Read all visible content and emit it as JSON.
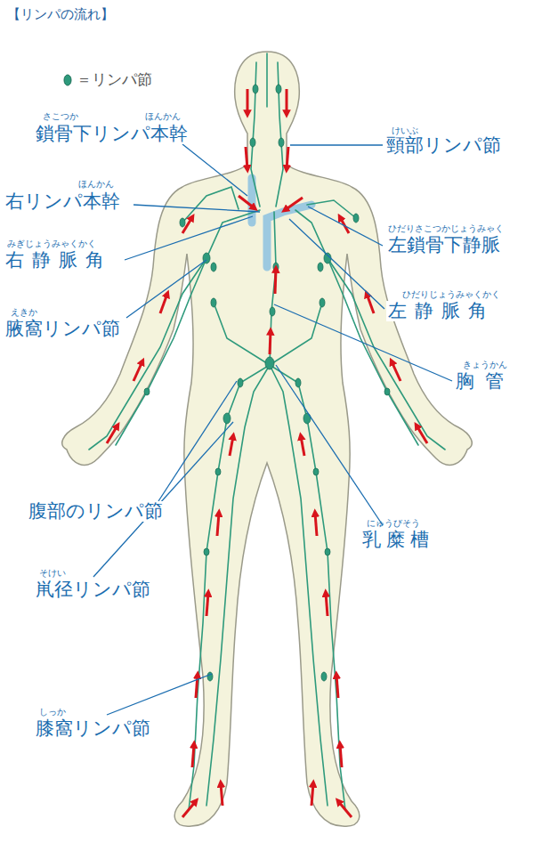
{
  "diagram": {
    "title": "【リンパの流れ】",
    "labels": [
      "さこつか",
      "ほんかん",
      "鎖骨下リンパ本幹",
      "けいぶ",
      "頸部リンパ節",
      "ほんかん",
      "右リンパ本幹",
      "みぎじょうみゃくかく",
      "右静脈角",
      "ひだりさこつかじょうみゃく",
      "左鎖骨下静脈",
      "ひだりじょうみゃくかく",
      "左静脈角",
      "えきか",
      "腋窩リンパ節",
      "きょうかん",
      "胸管",
      "腹部のリンパ節",
      "にゅうびそう",
      "乳糜槽",
      "そけい",
      "鼡径リンパ節",
      "しっか",
      "膝窩リンパ節"
    ],
    "legend": [
      {
        "text": "＝リンパ節"
      }
    ]
  }
}
